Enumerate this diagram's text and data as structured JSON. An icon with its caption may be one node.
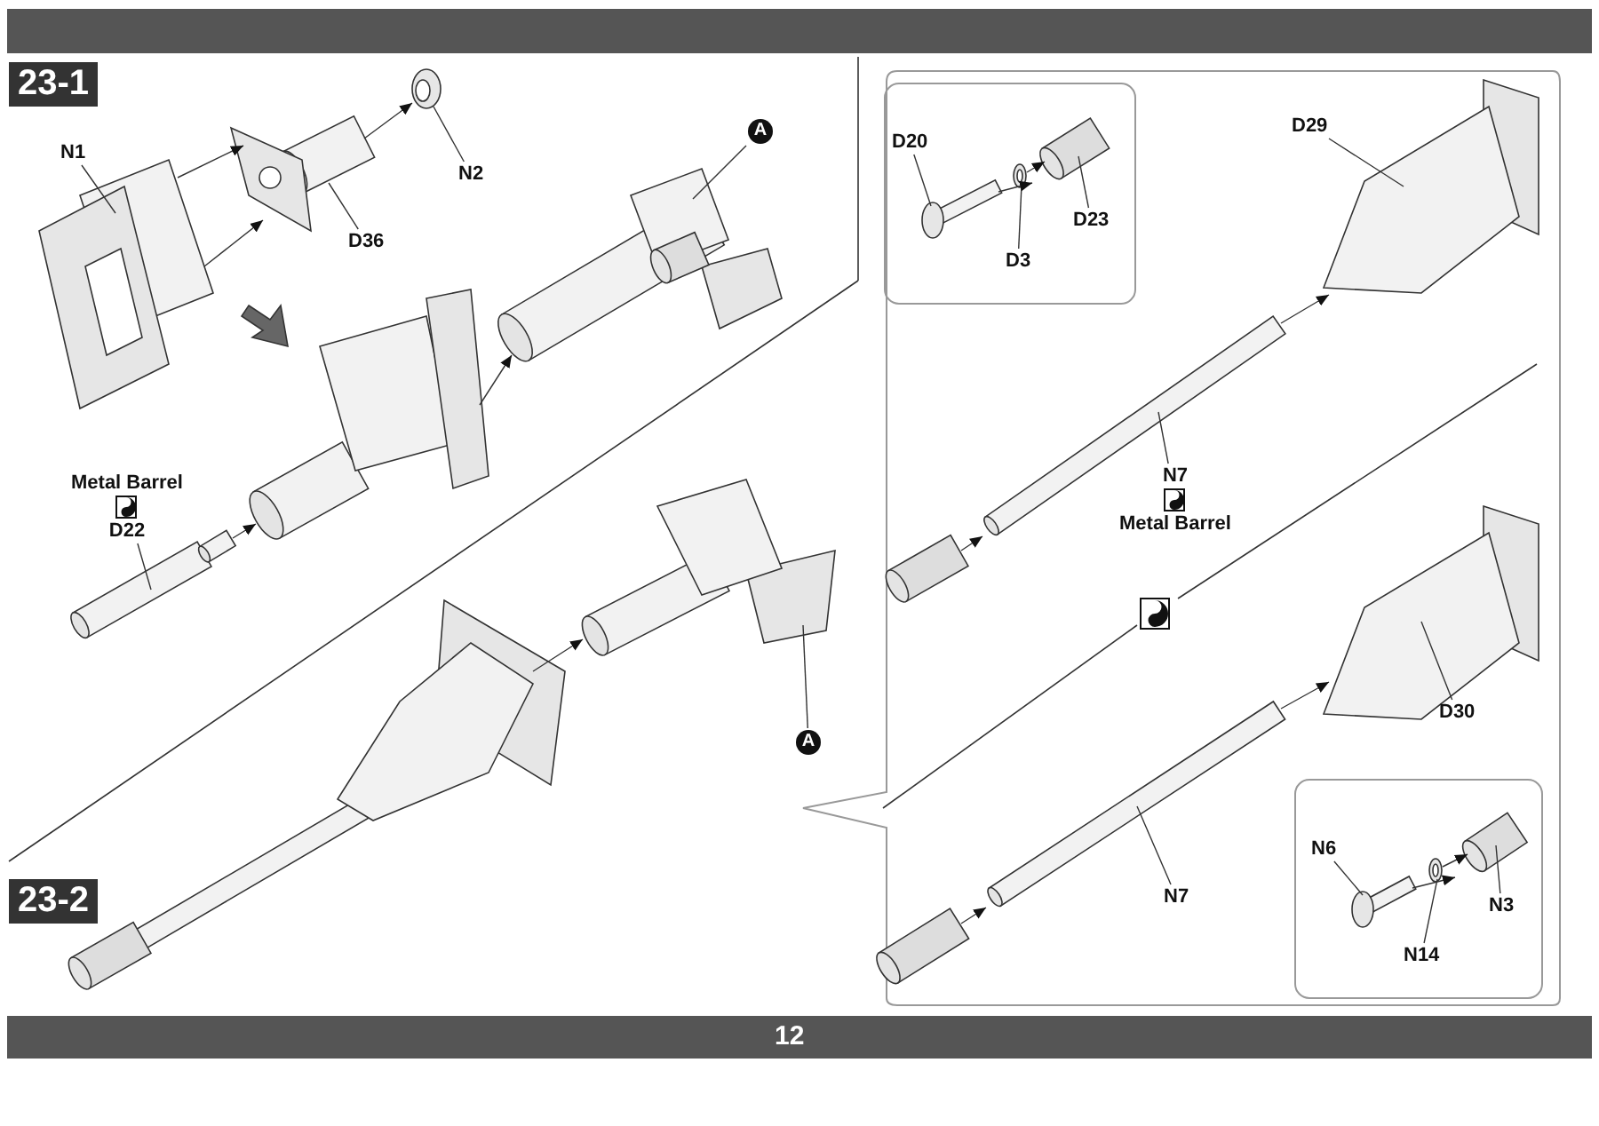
{
  "diagram": {
    "nodes": [
      {
        "text": [
          "N1"
        ]
      },
      {
        "text": [
          "D36"
        ]
      },
      {
        "text": [
          "N2"
        ]
      },
      {
        "text": [
          "A"
        ]
      },
      {
        "text": [
          "Metal Barrel",
          "D22"
        ]
      },
      {
        "text": [
          "A"
        ]
      },
      {
        "text": [],
        "shape": "box"
      },
      {
        "text": [],
        "shape": "box",
        "in": 6
      },
      {
        "text": [
          "D20"
        ],
        "in": 7
      },
      {
        "text": [
          "D23"
        ],
        "in": 7
      },
      {
        "text": [
          "D3"
        ],
        "in": 7
      },
      {
        "text": [
          "D29"
        ],
        "in": 6
      },
      {
        "text": [
          "N7",
          "Metal Barrel"
        ],
        "in": 6
      },
      {
        "text": [
          "D30"
        ],
        "in": 6
      },
      {
        "text": [
          "N7"
        ],
        "in": 6
      },
      {
        "text": [],
        "shape": "box",
        "in": 6
      },
      {
        "text": [
          "N6"
        ],
        "in": 15
      },
      {
        "text": [
          "N3"
        ],
        "in": 15
      },
      {
        "text": [
          "N14"
        ],
        "in": 15
      },
      {
        "text": [],
        "shape": "picture"
      },
      {
        "text": [],
        "shape": "picture"
      },
      {
        "text": [],
        "shape": "picture"
      },
      {
        "text": [],
        "shape": "picture"
      },
      {
        "text": [],
        "shape": "picture"
      },
      {
        "text": [],
        "shape": "picture"
      },
      {
        "text": [],
        "shape": "picture"
      },
      {
        "text": [],
        "shape": "picture"
      },
      {
        "text": [],
        "shape": "picture",
        "in": 7
      },
      {
        "text": [],
        "shape": "circle",
        "in": 7
      },
      {
        "text": [],
        "shape": "picture",
        "in": 7
      },
      {
        "text": [],
        "shape": "picture",
        "in": 6
      },
      {
        "text": [],
        "shape": "picture",
        "in": 6
      },
      {
        "text": [],
        "shape": "picture",
        "in": 6
      },
      {
        "text": [],
        "shape": "picture",
        "in": 6
      },
      {
        "text": [],
        "shape": "picture",
        "in": 6
      },
      {
        "text": [],
        "shape": "picture",
        "in": 6
      },
      {
        "text": [],
        "shape": "picture",
        "in": 15
      },
      {
        "text": [],
        "shape": "circle",
        "in": 15
      },
      {
        "text": [],
        "shape": "picture",
        "in": 15
      }
    ],
    "edges": [
      {
        "from": 0,
        "to": 19,
        "arrow": "none"
      },
      {
        "from": 1,
        "to": 20,
        "arrow": "none"
      },
      {
        "from": 2,
        "to": 21,
        "arrow": "none"
      },
      {
        "from": 3,
        "to": 22,
        "arrow": "none"
      },
      {
        "from": 4,
        "to": 24,
        "arrow": "none"
      },
      {
        "from": 5,
        "to": 25,
        "arrow": "none"
      },
      {
        "from": 8,
        "to": 27,
        "arrow": "none"
      },
      {
        "from": 9,
        "to": 29,
        "arrow": "none"
      },
      {
        "from": 10,
        "to": 28,
        "arrow": "none"
      },
      {
        "from": 11,
        "to": 30,
        "arrow": "none"
      },
      {
        "from": 12,
        "to": 31,
        "arrow": "none"
      },
      {
        "from": 13,
        "to": 33,
        "arrow": "none"
      },
      {
        "from": 14,
        "to": 34,
        "arrow": "none"
      },
      {
        "from": 16,
        "to": 36,
        "arrow": "none"
      },
      {
        "from": 17,
        "to": 38,
        "arrow": "none"
      },
      {
        "from": 18,
        "to": 37,
        "arrow": "none"
      },
      {
        "from": 19,
        "to": 20,
        "arrow": "to"
      },
      {
        "from": 19,
        "to": 20,
        "arrow": "to"
      },
      {
        "from": 20,
        "to": 21,
        "arrow": "to"
      },
      {
        "from": 24,
        "to": 23,
        "arrow": "to"
      },
      {
        "from": 23,
        "to": 22,
        "arrow": "to"
      },
      {
        "from": 26,
        "to": 25,
        "arrow": "to"
      },
      {
        "from": 32,
        "to": 31,
        "arrow": "to"
      },
      {
        "from": 31,
        "to": 30,
        "arrow": "to"
      },
      {
        "from": 35,
        "to": 34,
        "arrow": "to"
      },
      {
        "from": 34,
        "to": 33,
        "arrow": "to"
      },
      {
        "from": 27,
        "to": 29,
        "arrow": "to"
      },
      {
        "from": 28,
        "to": 29,
        "arrow": "to"
      },
      {
        "from": 36,
        "to": 38,
        "arrow": "to"
      },
      {
        "from": 37,
        "to": 38,
        "arrow": "to"
      }
    ],
    "labels": [
      "23-1",
      "23-2",
      "12"
    ]
  }
}
